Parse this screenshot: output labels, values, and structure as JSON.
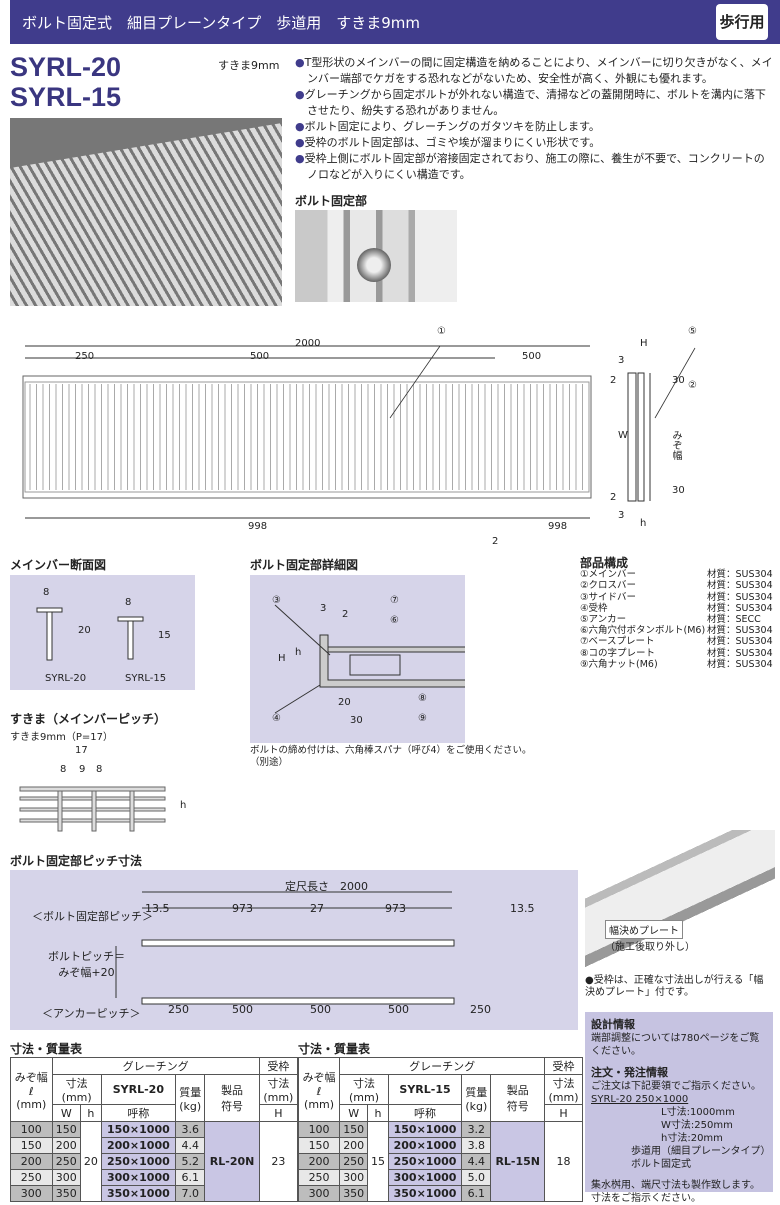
{
  "header": {
    "title": "ボルト固定式　細目プレーンタイプ　歩道用　すきま9mm",
    "badge": "歩行用"
  },
  "models": [
    "SYRL-20",
    "SYRL-15"
  ],
  "gap_label": "すきま9mm",
  "features": [
    "T型形状のメインバーの間に固定構造を納めることにより、メインバーに切り欠きがなく、メインバー端部でケガをする恐れなどがないため、安全性が高く、外観にも優れます。",
    "グレーチングから固定ボルトが外れない構造で、清掃などの蓋開閉時に、ボルトを溝内に落下させたり、紛失する恐れがありません。",
    "ボルト固定により、グレーチングのガタツキを防止します。",
    "受枠のボルト固定部は、ゴミや埃が溜まりにくい形状です。",
    "受枠上側にボルト固定部が溶接固定されており、施工の際に、養生が不要で、コンクリートのノロなどが入りにくい構造です。"
  ],
  "bolt_photo_title": "ボルト固定部",
  "plan": {
    "total": "2000",
    "d250": "250",
    "d500a": "500",
    "d500b": "500",
    "d998a": "998",
    "d998b": "998",
    "d2": "2",
    "c1": "①",
    "c5": "⑤",
    "c2": "②",
    "H": "H",
    "W": "W",
    "h": "h",
    "n3a": "3",
    "n2a": "2",
    "n30a": "30",
    "n2b": "2",
    "n3b": "3",
    "n30b": "30",
    "mizo": "みぞ幅"
  },
  "section": {
    "title": "メインバー断面図",
    "w8a": "8",
    "h20": "20",
    "w8b": "8",
    "h15": "15",
    "lab20": "SYRL-20",
    "lab15": "SYRL-15"
  },
  "detail": {
    "title": "ボルト固定部詳細図",
    "c3": "③",
    "c7": "⑦",
    "c6": "⑥",
    "c8": "⑧",
    "c9": "⑨",
    "c4": "④",
    "d3": "3",
    "d2": "2",
    "H": "H",
    "h": "h",
    "d20": "20",
    "d30": "30",
    "note": "ボルトの締め付けは、六角棒スパナ（呼び4）をご使用ください。（別途）"
  },
  "parts": {
    "title": "部品構成",
    "items": [
      {
        "name": "①メインバー",
        "mat": "材質：SUS304"
      },
      {
        "name": "②クロスバー",
        "mat": "材質：SUS304"
      },
      {
        "name": "③サイドバー",
        "mat": "材質：SUS304"
      },
      {
        "name": "④受枠",
        "mat": "材質：SUS304"
      },
      {
        "name": "⑤アンカー",
        "mat": "材質：SECC"
      },
      {
        "name": "⑥六角穴付ボタンボルト(M6)",
        "mat": "材質：SUS304"
      },
      {
        "name": "⑦ベースプレート",
        "mat": "材質：SUS304"
      },
      {
        "name": "⑧コの字プレート",
        "mat": "材質：SUS304"
      },
      {
        "name": "⑨六角ナット(M6)",
        "mat": "材質：SUS304"
      }
    ]
  },
  "pitch": {
    "title": "すきま（メインバーピッチ）",
    "sub": "すきま9mm（P=17）",
    "p17": "17",
    "a8": "8",
    "g9": "9",
    "b8": "8",
    "h": "h"
  },
  "boltpitch": {
    "title": "ボルト固定部ピッチ寸法",
    "total": "定尺長さ　2000",
    "row1": "＜ボルト固定部ピッチ＞",
    "v135a": "13.5",
    "v973a": "973",
    "v27": "27",
    "v973b": "973",
    "v135b": "13.5",
    "mid1": "ボルトピッチ＝",
    "mid2": "みぞ幅+20",
    "row2": "＜アンカーピッチ＞",
    "a": [
      "250",
      "500",
      "500",
      "500",
      "250"
    ]
  },
  "photo3": {
    "label": "幅決めプレート",
    "sub": "（施工後取り外し）"
  },
  "frame_note": "●受枠は、正確な寸法出しが行える「幅決めプレート」付です。",
  "info": {
    "design_title": "設計情報",
    "design_text": "端部調整については780ページをご覧ください。",
    "order_title": "注文・発注情報",
    "order_text": "ご注文は下記要領でご指示ください。",
    "code": "SYRL-20 250×1000",
    "L": "L寸法:1000mm",
    "W": "W寸法:250mm",
    "h": "h寸法:20mm",
    "t1": "歩道用（細目プレーンタイプ）",
    "t2": "ボルト固定式",
    "note": "集水桝用、端尺寸法も製作致します。寸法をご指示ください。"
  },
  "tables": [
    {
      "title": "寸法・質量表",
      "model": "SYRL-20",
      "h": "20",
      "code": "RL-20N",
      "H": "23",
      "rows": [
        [
          "100",
          "150",
          "150×1000",
          "3.6"
        ],
        [
          "150",
          "200",
          "200×1000",
          "4.4"
        ],
        [
          "200",
          "250",
          "250×1000",
          "5.2"
        ],
        [
          "250",
          "300",
          "300×1000",
          "6.1"
        ],
        [
          "300",
          "350",
          "350×1000",
          "7.0"
        ]
      ]
    },
    {
      "title": "寸法・質量表",
      "model": "SYRL-15",
      "h": "15",
      "code": "RL-15N",
      "H": "18",
      "rows": [
        [
          "100",
          "150",
          "150×1000",
          "3.2"
        ],
        [
          "150",
          "200",
          "200×1000",
          "3.8"
        ],
        [
          "200",
          "250",
          "250×1000",
          "4.4"
        ],
        [
          "250",
          "300",
          "300×1000",
          "5.0"
        ],
        [
          "300",
          "350",
          "350×1000",
          "6.1"
        ]
      ]
    }
  ],
  "table_headers": {
    "mizo": "みぞ幅",
    "ell": "ℓ",
    "mm": "(mm)",
    "grating": "グレーチング",
    "frame": "受枠",
    "sunpo": "寸法",
    "sunpo_mm": "(mm)",
    "W": "W",
    "h": "h",
    "call": "呼称",
    "mass": "質量",
    "kg": "(kg)",
    "prod": "製品",
    "code": "符号",
    "H": "H"
  }
}
